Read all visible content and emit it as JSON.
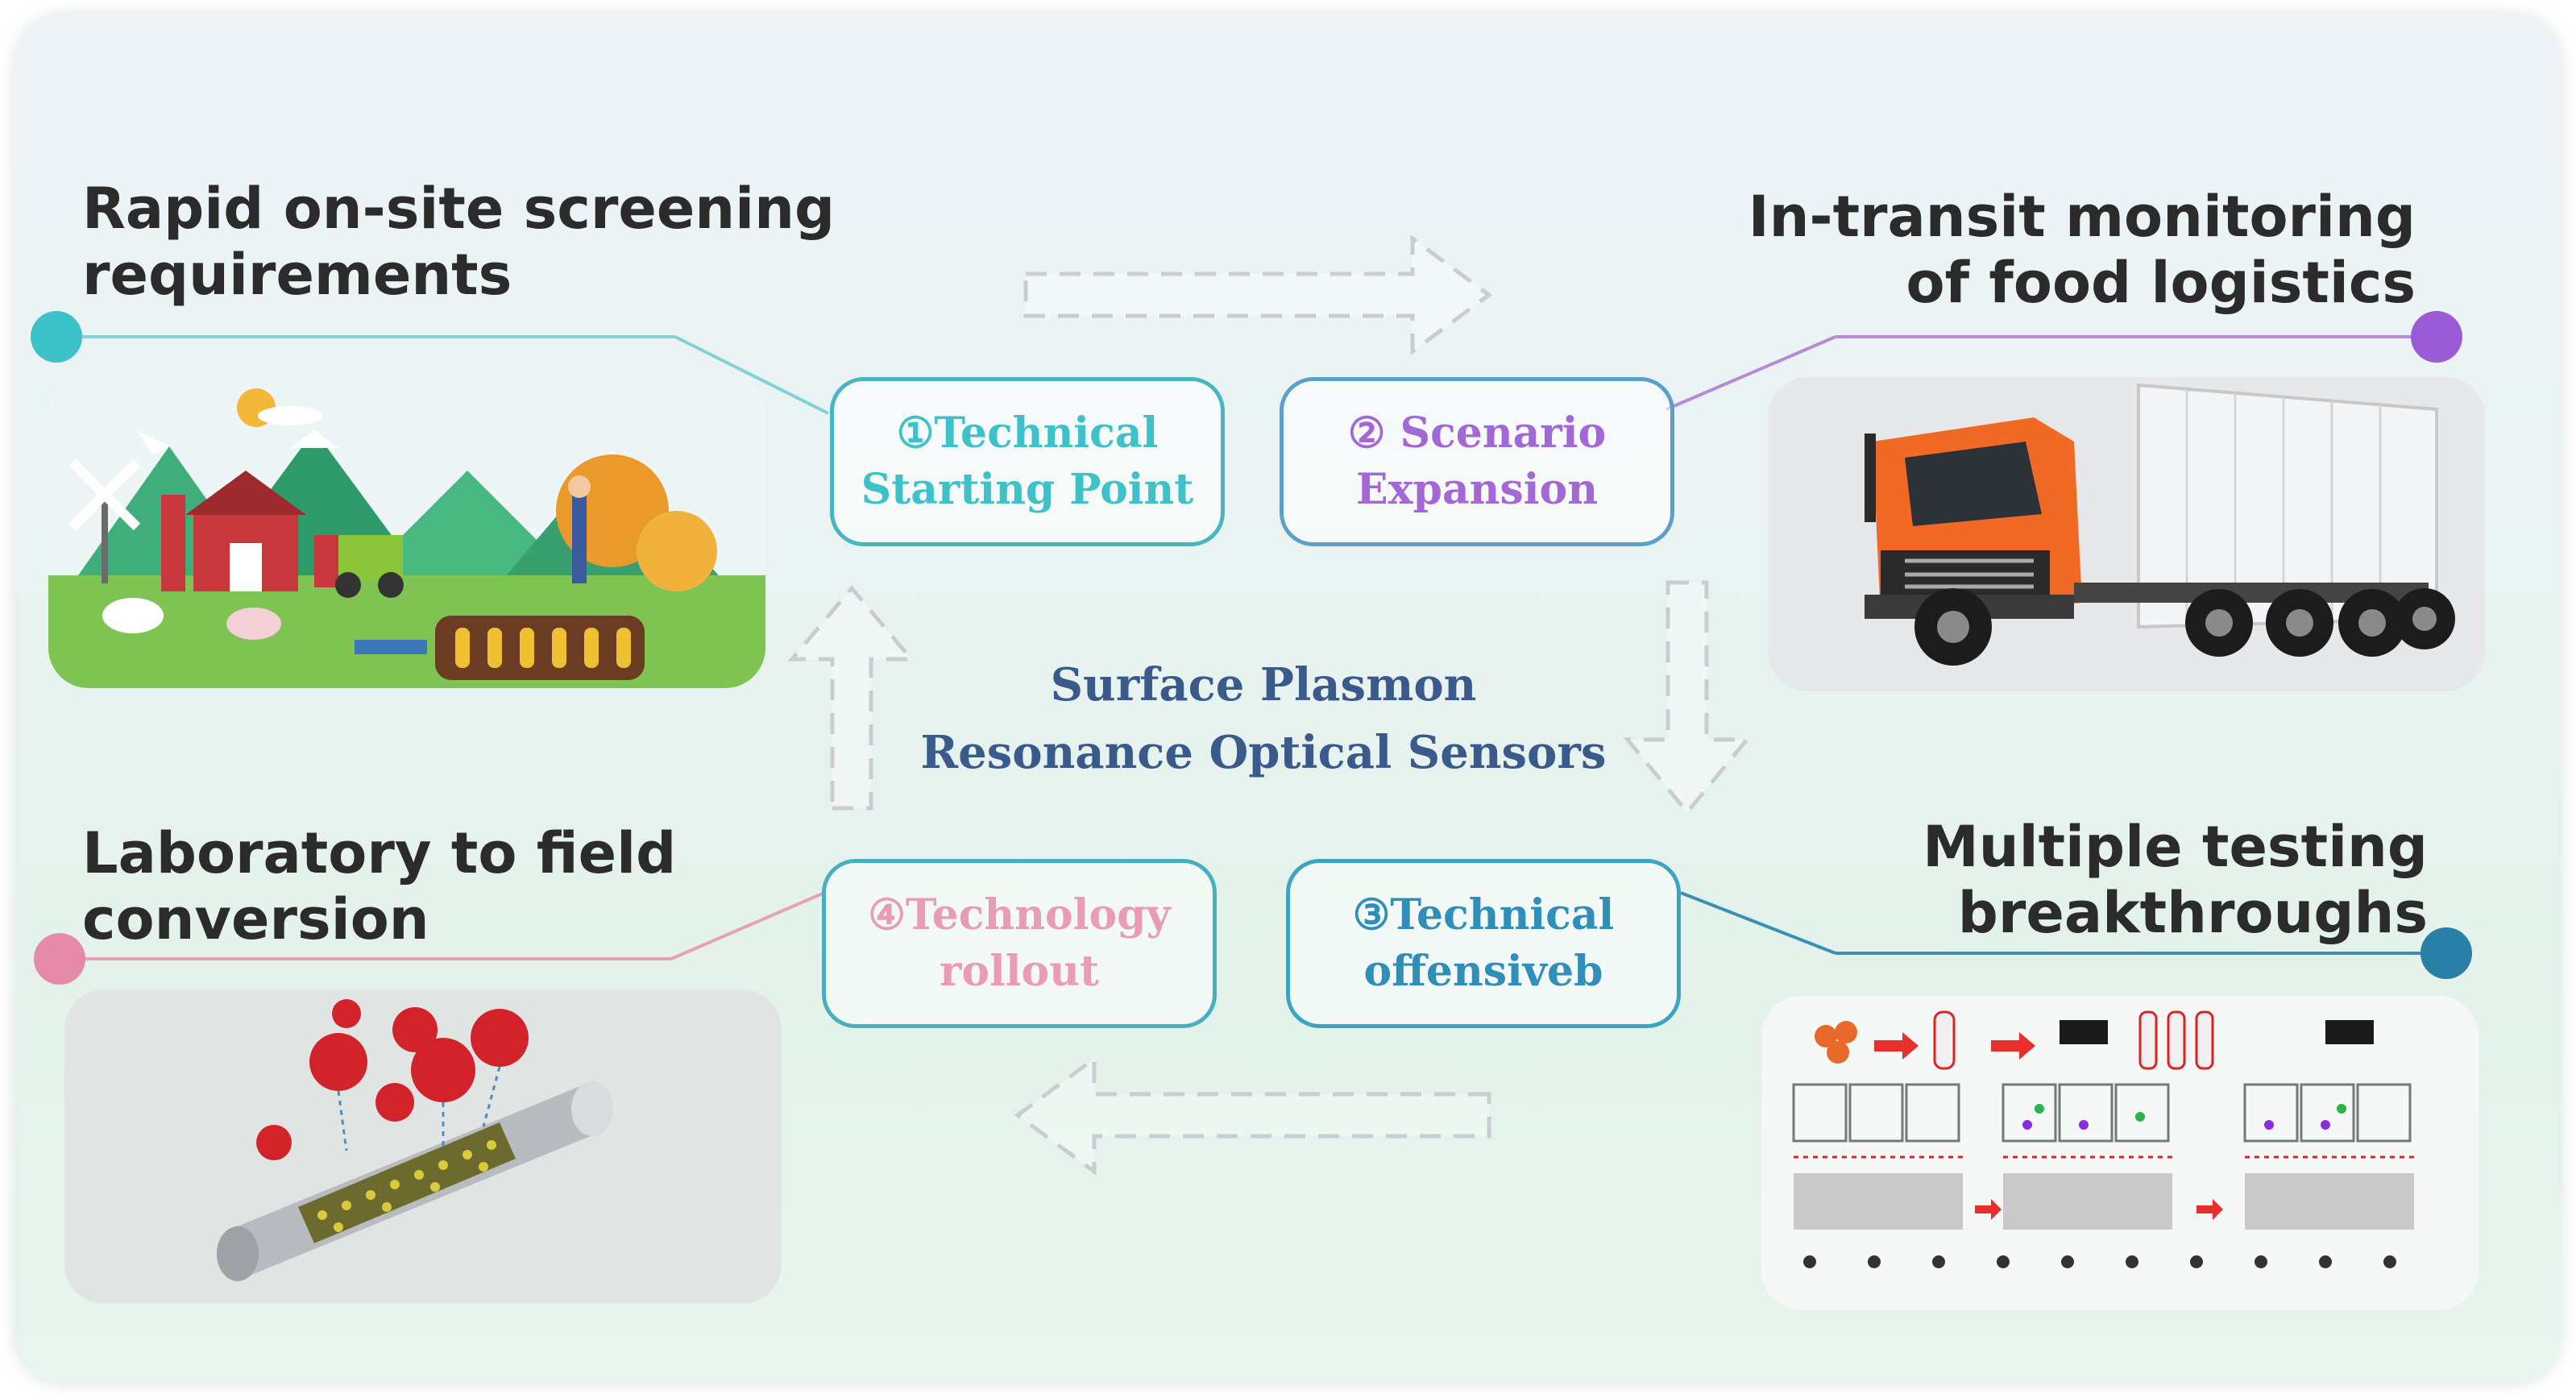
{
  "corners": {
    "top_left_title": "Rapid on-site screening\nrequirements",
    "top_right_title": "In-transit monitoring\nof food logistics",
    "bottom_left_title": "Laboratory to field\nconversion",
    "bottom_right_title": "Multiple testing\nbreakthroughs"
  },
  "steps": {
    "step1": "①Technical\nStarting Point",
    "step2": "② Scenario\nExpansion",
    "step3": "③Technical\noffensiveb",
    "step4": "④Technology\nrollout"
  },
  "center": "Surface Plasmon\nResonance Optical Sensors",
  "colors": {
    "teal": "#2fc0c6",
    "purple": "#9b5bd6",
    "pink": "#e58aa8",
    "blue": "#2a7fa8",
    "center_text": "#3a5a8c"
  },
  "icons": [
    "farm-illustration",
    "truck-photo",
    "nanotube-sensor-illustration",
    "detection-schematic"
  ]
}
